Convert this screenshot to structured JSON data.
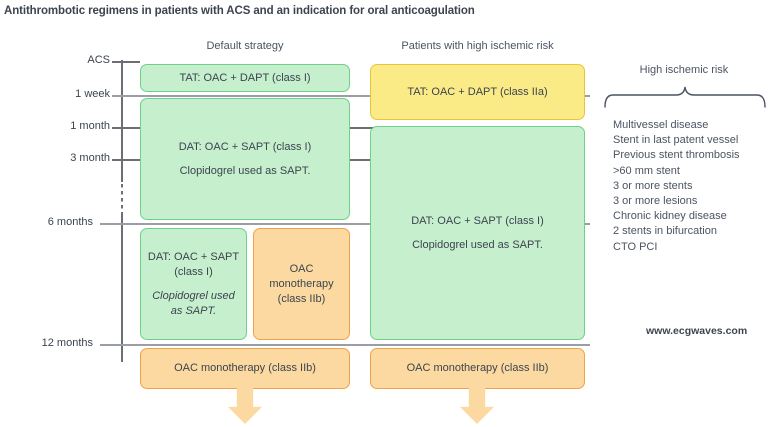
{
  "title": "Antithrombotic regimens in patients with ACS and an indication for oral anticoagulation",
  "columns": {
    "default": "Default strategy",
    "high_risk": "Patients with high ischemic risk"
  },
  "timeline": {
    "ticks": [
      {
        "label": "ACS"
      },
      {
        "label": "1 week"
      },
      {
        "label": "1 month"
      },
      {
        "label": "3 month"
      },
      {
        "label": "6 months"
      },
      {
        "label": "12 months"
      }
    ]
  },
  "default_strategy": {
    "tat": "TAT: OAC + DAPT (class I)",
    "dat_title": "DAT: OAC + SAPT (class I)",
    "dat_note": "Clopidogrel used as SAPT.",
    "dat_late_title": "DAT: OAC + SAPT (class I)",
    "dat_late_note": "Clopidogrel used as SAPT.",
    "oac_mono_mid": "OAC monotherapy (class IIb)",
    "oac_mono_bottom": "OAC monotherapy (class IIb)"
  },
  "high_risk_strategy": {
    "tat": "TAT: OAC + DAPT (class IIa)",
    "dat_title": "DAT: OAC + SAPT (class I)",
    "dat_note": "Clopidogrel used as SAPT.",
    "oac_mono_bottom": "OAC monotherapy (class IIb)"
  },
  "risk_panel": {
    "title": "High ischemic risk",
    "items": [
      "Multivessel disease",
      "Stent in last patent vessel",
      "Previous stent thrombosis",
      ">60 mm stent",
      "3 or more stents",
      "3 or more lesions",
      "Chronic kidney disease",
      "2 stents in bifurcation",
      "CTO PCI"
    ]
  },
  "watermark": "www.ecgwaves.com",
  "colors": {
    "green_fill": "#c6efcd",
    "green_border": "#6fd08a",
    "orange_fill": "#fbd9a0",
    "orange_border": "#f0a24a",
    "yellow_fill": "#fbeb87",
    "yellow_border": "#e8c63a",
    "text": "#3c4450"
  }
}
